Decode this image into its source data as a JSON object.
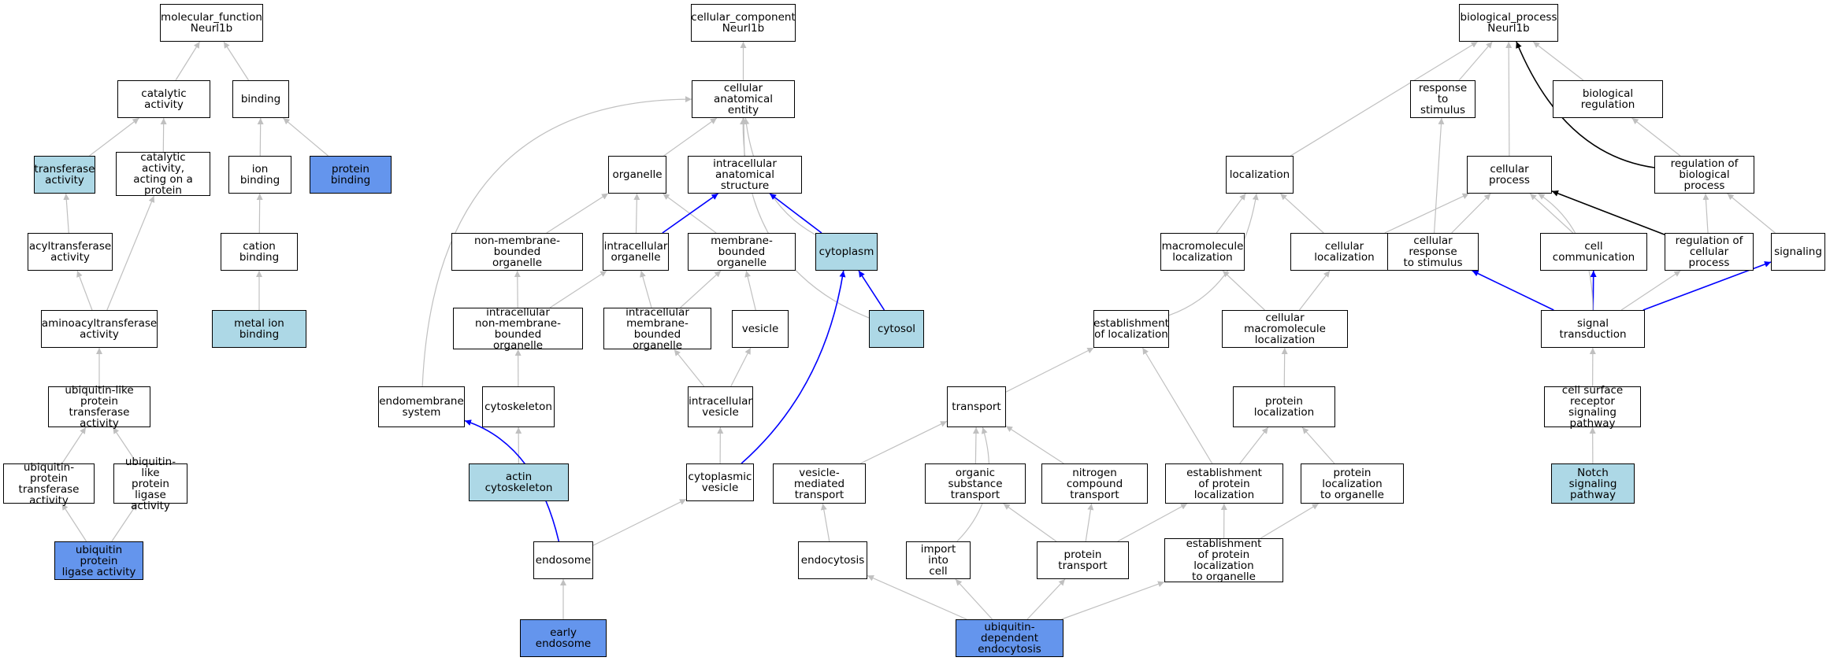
{
  "colors": {
    "plain": "#ffffff",
    "light": "#add8e6",
    "strong": "#6495ed",
    "edge_gray": "#c0c0c0",
    "edge_blue": "#0000ff",
    "edge_black": "#000000"
  },
  "nodes": {
    "molecular_function": {
      "label": "molecular_function\nNeurl1b",
      "fill": "plain"
    },
    "catalytic_activity": {
      "label": "catalytic activity",
      "fill": "plain"
    },
    "binding": {
      "label": "binding",
      "fill": "plain"
    },
    "transferase_activity": {
      "label": "transferase\nactivity",
      "fill": "light"
    },
    "catalytic_activity_protein": {
      "label": "catalytic activity,\nacting on a\nprotein",
      "fill": "plain"
    },
    "ion_binding": {
      "label": "ion binding",
      "fill": "plain"
    },
    "protein_binding": {
      "label": "protein binding",
      "fill": "strong"
    },
    "acyltransferase_activity": {
      "label": "acyltransferase\nactivity",
      "fill": "plain"
    },
    "cation_binding": {
      "label": "cation binding",
      "fill": "plain"
    },
    "aminoacyltransferase_activity": {
      "label": "aminoacyltransferase\nactivity",
      "fill": "plain"
    },
    "metal_ion_binding": {
      "label": "metal ion binding",
      "fill": "light"
    },
    "ubl_transferase": {
      "label": "ubiquitin-like\nprotein transferase\nactivity",
      "fill": "plain"
    },
    "ubiquitin_protein_transferase": {
      "label": "ubiquitin-protein\ntransferase\nactivity",
      "fill": "plain"
    },
    "ubl_ligase": {
      "label": "ubiquitin-like\nprotein ligase\nactivity",
      "fill": "plain"
    },
    "ubiquitin_ligase": {
      "label": "ubiquitin protein\nligase activity",
      "fill": "strong"
    },
    "cellular_component": {
      "label": "cellular_component\nNeurl1b",
      "fill": "plain"
    },
    "cellular_anatomical_entity": {
      "label": "cellular anatomical\nentity",
      "fill": "plain"
    },
    "organelle": {
      "label": "organelle",
      "fill": "plain"
    },
    "intracellular_anatomical_structure": {
      "label": "intracellular\nanatomical structure",
      "fill": "plain"
    },
    "non_membrane_bounded_organelle": {
      "label": "non-membrane-bounded\norganelle",
      "fill": "plain"
    },
    "intracellular_organelle": {
      "label": "intracellular\norganelle",
      "fill": "plain"
    },
    "membrane_bounded_organelle": {
      "label": "membrane-bounded\norganelle",
      "fill": "plain"
    },
    "cytoplasm": {
      "label": "cytoplasm",
      "fill": "light"
    },
    "intra_non_membrane_organelle": {
      "label": "intracellular\nnon-membrane-bounded\norganelle",
      "fill": "plain"
    },
    "intra_membrane_organelle": {
      "label": "intracellular\nmembrane-bounded\norganelle",
      "fill": "plain"
    },
    "vesicle": {
      "label": "vesicle",
      "fill": "plain"
    },
    "cytosol": {
      "label": "cytosol",
      "fill": "light"
    },
    "endomembrane_system": {
      "label": "endomembrane\nsystem",
      "fill": "plain"
    },
    "cytoskeleton": {
      "label": "cytoskeleton",
      "fill": "plain"
    },
    "intracellular_vesicle": {
      "label": "intracellular\nvesicle",
      "fill": "plain"
    },
    "actin_cytoskeleton": {
      "label": "actin cytoskeleton",
      "fill": "light"
    },
    "cytoplasmic_vesicle": {
      "label": "cytoplasmic\nvesicle",
      "fill": "plain"
    },
    "endosome": {
      "label": "endosome",
      "fill": "plain"
    },
    "early_endosome": {
      "label": "early endosome",
      "fill": "strong"
    },
    "biological_process": {
      "label": "biological_process\nNeurl1b",
      "fill": "plain"
    },
    "response_to_stimulus": {
      "label": "response to\nstimulus",
      "fill": "plain"
    },
    "biological_regulation": {
      "label": "biological regulation",
      "fill": "plain"
    },
    "localization": {
      "label": "localization",
      "fill": "plain"
    },
    "cellular_process": {
      "label": "cellular process",
      "fill": "plain"
    },
    "regulation_biological_process": {
      "label": "regulation of\nbiological process",
      "fill": "plain"
    },
    "macromolecule_localization": {
      "label": "macromolecule\nlocalization",
      "fill": "plain"
    },
    "cellular_localization": {
      "label": "cellular localization",
      "fill": "plain"
    },
    "cellular_response_stimulus": {
      "label": "cellular response\nto stimulus",
      "fill": "plain"
    },
    "cell_communication": {
      "label": "cell communication",
      "fill": "plain"
    },
    "regulation_cellular_process": {
      "label": "regulation of\ncellular process",
      "fill": "plain"
    },
    "signaling": {
      "label": "signaling",
      "fill": "plain"
    },
    "establishment_localization": {
      "label": "establishment\nof localization",
      "fill": "plain"
    },
    "cellular_macromolecule_localization": {
      "label": "cellular macromolecule\nlocalization",
      "fill": "plain"
    },
    "signal_transduction": {
      "label": "signal transduction",
      "fill": "plain"
    },
    "transport": {
      "label": "transport",
      "fill": "plain"
    },
    "protein_localization": {
      "label": "protein localization",
      "fill": "plain"
    },
    "cell_surface_receptor": {
      "label": "cell surface\nreceptor signaling\npathway",
      "fill": "plain"
    },
    "vesicle_mediated_transport": {
      "label": "vesicle-mediated\ntransport",
      "fill": "plain"
    },
    "organic_substance_transport": {
      "label": "organic substance\ntransport",
      "fill": "plain"
    },
    "nitrogen_compound_transport": {
      "label": "nitrogen compound\ntransport",
      "fill": "plain"
    },
    "establishment_protein_localization": {
      "label": "establishment\nof protein localization",
      "fill": "plain"
    },
    "protein_localization_organelle": {
      "label": "protein localization\nto organelle",
      "fill": "plain"
    },
    "notch_signaling": {
      "label": "Notch signaling\npathway",
      "fill": "light"
    },
    "endocytosis": {
      "label": "endocytosis",
      "fill": "plain"
    },
    "import_into_cell": {
      "label": "import into\ncell",
      "fill": "plain"
    },
    "protein_transport": {
      "label": "protein transport",
      "fill": "plain"
    },
    "establishment_protein_localization_organelle": {
      "label": "establishment\nof protein localization\nto organelle",
      "fill": "plain"
    },
    "ubiquitin_dependent_endocytosis": {
      "label": "ubiquitin-dependent\nendocytosis",
      "fill": "strong"
    }
  },
  "edges": [
    {
      "from": "catalytic_activity",
      "to": "molecular_function",
      "color": "edge_gray"
    },
    {
      "from": "binding",
      "to": "molecular_function",
      "color": "edge_gray"
    },
    {
      "from": "transferase_activity",
      "to": "catalytic_activity",
      "color": "edge_gray"
    },
    {
      "from": "catalytic_activity_protein",
      "to": "catalytic_activity",
      "color": "edge_gray"
    },
    {
      "from": "ion_binding",
      "to": "binding",
      "color": "edge_gray"
    },
    {
      "from": "protein_binding",
      "to": "binding",
      "color": "edge_gray"
    },
    {
      "from": "acyltransferase_activity",
      "to": "transferase_activity",
      "color": "edge_gray"
    },
    {
      "from": "cation_binding",
      "to": "ion_binding",
      "color": "edge_gray"
    },
    {
      "from": "aminoacyltransferase_activity",
      "to": "acyltransferase_activity",
      "color": "edge_gray"
    },
    {
      "from": "aminoacyltransferase_activity",
      "to": "catalytic_activity_protein",
      "color": "edge_gray"
    },
    {
      "from": "metal_ion_binding",
      "to": "cation_binding",
      "color": "edge_gray"
    },
    {
      "from": "ubl_transferase",
      "to": "aminoacyltransferase_activity",
      "color": "edge_gray"
    },
    {
      "from": "ubiquitin_protein_transferase",
      "to": "ubl_transferase",
      "color": "edge_gray"
    },
    {
      "from": "ubl_ligase",
      "to": "ubl_transferase",
      "color": "edge_gray"
    },
    {
      "from": "ubiquitin_ligase",
      "to": "ubiquitin_protein_transferase",
      "color": "edge_gray"
    },
    {
      "from": "ubiquitin_ligase",
      "to": "ubl_ligase",
      "color": "edge_gray"
    },
    {
      "from": "cellular_anatomical_entity",
      "to": "cellular_component",
      "color": "edge_gray"
    },
    {
      "from": "organelle",
      "to": "cellular_anatomical_entity",
      "color": "edge_gray"
    },
    {
      "from": "intracellular_anatomical_structure",
      "to": "cellular_anatomical_entity",
      "color": "edge_gray"
    },
    {
      "from": "cytoplasm",
      "to": "cellular_anatomical_entity",
      "color": "edge_gray",
      "bend": -20
    },
    {
      "from": "cytosol",
      "to": "cellular_anatomical_entity",
      "color": "edge_gray",
      "bend": -40
    },
    {
      "from": "endomembrane_system",
      "to": "cellular_anatomical_entity",
      "color": "edge_gray",
      "bend": -90
    },
    {
      "from": "non_membrane_bounded_organelle",
      "to": "organelle",
      "color": "edge_gray"
    },
    {
      "from": "intracellular_organelle",
      "to": "organelle",
      "color": "edge_gray"
    },
    {
      "from": "membrane_bounded_organelle",
      "to": "organelle",
      "color": "edge_gray"
    },
    {
      "from": "intracellular_organelle",
      "to": "intracellular_anatomical_structure",
      "color": "edge_blue"
    },
    {
      "from": "cytoplasm",
      "to": "intracellular_anatomical_structure",
      "color": "edge_blue"
    },
    {
      "from": "cytosol",
      "to": "cytoplasm",
      "color": "edge_blue"
    },
    {
      "from": "intra_non_membrane_organelle",
      "to": "non_membrane_bounded_organelle",
      "color": "edge_gray"
    },
    {
      "from": "intra_non_membrane_organelle",
      "to": "intracellular_organelle",
      "color": "edge_gray"
    },
    {
      "from": "intra_membrane_organelle",
      "to": "intracellular_organelle",
      "color": "edge_gray"
    },
    {
      "from": "intra_membrane_organelle",
      "to": "membrane_bounded_organelle",
      "color": "edge_gray"
    },
    {
      "from": "vesicle",
      "to": "membrane_bounded_organelle",
      "color": "edge_gray"
    },
    {
      "from": "cytoskeleton",
      "to": "intra_non_membrane_organelle",
      "color": "edge_gray"
    },
    {
      "from": "intracellular_vesicle",
      "to": "intra_membrane_organelle",
      "color": "edge_gray"
    },
    {
      "from": "intracellular_vesicle",
      "to": "vesicle",
      "color": "edge_gray"
    },
    {
      "from": "actin_cytoskeleton",
      "to": "cytoskeleton",
      "color": "edge_gray"
    },
    {
      "from": "cytoplasmic_vesicle",
      "to": "intracellular_vesicle",
      "color": "edge_gray"
    },
    {
      "from": "cytoplasmic_vesicle",
      "to": "cytoplasm",
      "color": "edge_blue",
      "bend": 20
    },
    {
      "from": "endosome",
      "to": "cytoplasmic_vesicle",
      "color": "edge_gray"
    },
    {
      "from": "endosome",
      "to": "endomembrane_system",
      "color": "edge_blue",
      "bend": 25
    },
    {
      "from": "early_endosome",
      "to": "endosome",
      "color": "edge_gray"
    },
    {
      "from": "response_to_stimulus",
      "to": "biological_process",
      "color": "edge_gray"
    },
    {
      "from": "localization",
      "to": "biological_process",
      "color": "edge_gray"
    },
    {
      "from": "cellular_process",
      "to": "biological_process",
      "color": "edge_gray"
    },
    {
      "from": "biological_regulation",
      "to": "biological_process",
      "color": "edge_gray"
    },
    {
      "from": "regulation_biological_process",
      "to": "biological_process",
      "color": "edge_black",
      "bend": -30
    },
    {
      "from": "regulation_biological_process",
      "to": "biological_regulation",
      "color": "edge_gray"
    },
    {
      "from": "macromolecule_localization",
      "to": "localization",
      "color": "edge_gray"
    },
    {
      "from": "cellular_localization",
      "to": "localization",
      "color": "edge_gray"
    },
    {
      "from": "establishment_localization",
      "to": "localization",
      "color": "edge_gray",
      "bend": 25
    },
    {
      "from": "cellular_localization",
      "to": "cellular_process",
      "color": "edge_gray"
    },
    {
      "from": "cellular_response_stimulus",
      "to": "cellular_process",
      "color": "edge_gray"
    },
    {
      "from": "cellular_response_stimulus",
      "to": "response_to_stimulus",
      "color": "edge_gray"
    },
    {
      "from": "cell_communication",
      "to": "cellular_process",
      "color": "edge_gray"
    },
    {
      "from": "regulation_cellular_process",
      "to": "cellular_process",
      "color": "edge_black"
    },
    {
      "from": "regulation_cellular_process",
      "to": "regulation_biological_process",
      "color": "edge_gray"
    },
    {
      "from": "signaling",
      "to": "regulation_biological_process",
      "color": "edge_gray"
    },
    {
      "from": "cellular_macromolecule_localization",
      "to": "macromolecule_localization",
      "color": "edge_gray"
    },
    {
      "from": "cellular_macromolecule_localization",
      "to": "cellular_localization",
      "color": "edge_gray"
    },
    {
      "from": "signal_transduction",
      "to": "cellular_response_stimulus",
      "color": "edge_blue"
    },
    {
      "from": "signal_transduction",
      "to": "cell_communication",
      "color": "edge_blue"
    },
    {
      "from": "signal_transduction",
      "to": "signaling",
      "color": "edge_blue"
    },
    {
      "from": "signal_transduction",
      "to": "regulation_cellular_process",
      "color": "edge_gray"
    },
    {
      "from": "signal_transduction",
      "to": "cellular_process",
      "color": "edge_gray",
      "bend": 20
    },
    {
      "from": "transport",
      "to": "establishment_localization",
      "color": "edge_gray"
    },
    {
      "from": "protein_localization",
      "to": "cellular_macromolecule_localization",
      "color": "edge_gray"
    },
    {
      "from": "cell_surface_receptor",
      "to": "signal_transduction",
      "color": "edge_gray"
    },
    {
      "from": "vesicle_mediated_transport",
      "to": "transport",
      "color": "edge_gray"
    },
    {
      "from": "organic_substance_transport",
      "to": "transport",
      "color": "edge_gray"
    },
    {
      "from": "nitrogen_compound_transport",
      "to": "transport",
      "color": "edge_gray"
    },
    {
      "from": "import_into_cell",
      "to": "transport",
      "color": "edge_gray",
      "bend": 20
    },
    {
      "from": "establishment_protein_localization",
      "to": "protein_localization",
      "color": "edge_gray"
    },
    {
      "from": "establishment_protein_localization",
      "to": "establishment_localization",
      "color": "edge_gray"
    },
    {
      "from": "protein_localization_organelle",
      "to": "protein_localization",
      "color": "edge_gray"
    },
    {
      "from": "notch_signaling",
      "to": "cell_surface_receptor",
      "color": "edge_gray"
    },
    {
      "from": "endocytosis",
      "to": "vesicle_mediated_transport",
      "color": "edge_gray"
    },
    {
      "from": "protein_transport",
      "to": "organic_substance_transport",
      "color": "edge_gray"
    },
    {
      "from": "protein_transport",
      "to": "nitrogen_compound_transport",
      "color": "edge_gray"
    },
    {
      "from": "protein_transport",
      "to": "establishment_protein_localization",
      "color": "edge_gray"
    },
    {
      "from": "establishment_protein_localization_organelle",
      "to": "establishment_protein_localization",
      "color": "edge_gray"
    },
    {
      "from": "establishment_protein_localization_organelle",
      "to": "protein_localization_organelle",
      "color": "edge_gray"
    },
    {
      "from": "ubiquitin_dependent_endocytosis",
      "to": "endocytosis",
      "color": "edge_gray"
    },
    {
      "from": "ubiquitin_dependent_endocytosis",
      "to": "import_into_cell",
      "color": "edge_gray"
    },
    {
      "from": "ubiquitin_dependent_endocytosis",
      "to": "protein_transport",
      "color": "edge_gray"
    },
    {
      "from": "ubiquitin_dependent_endocytosis",
      "to": "establishment_protein_localization_organelle",
      "color": "edge_gray"
    }
  ]
}
